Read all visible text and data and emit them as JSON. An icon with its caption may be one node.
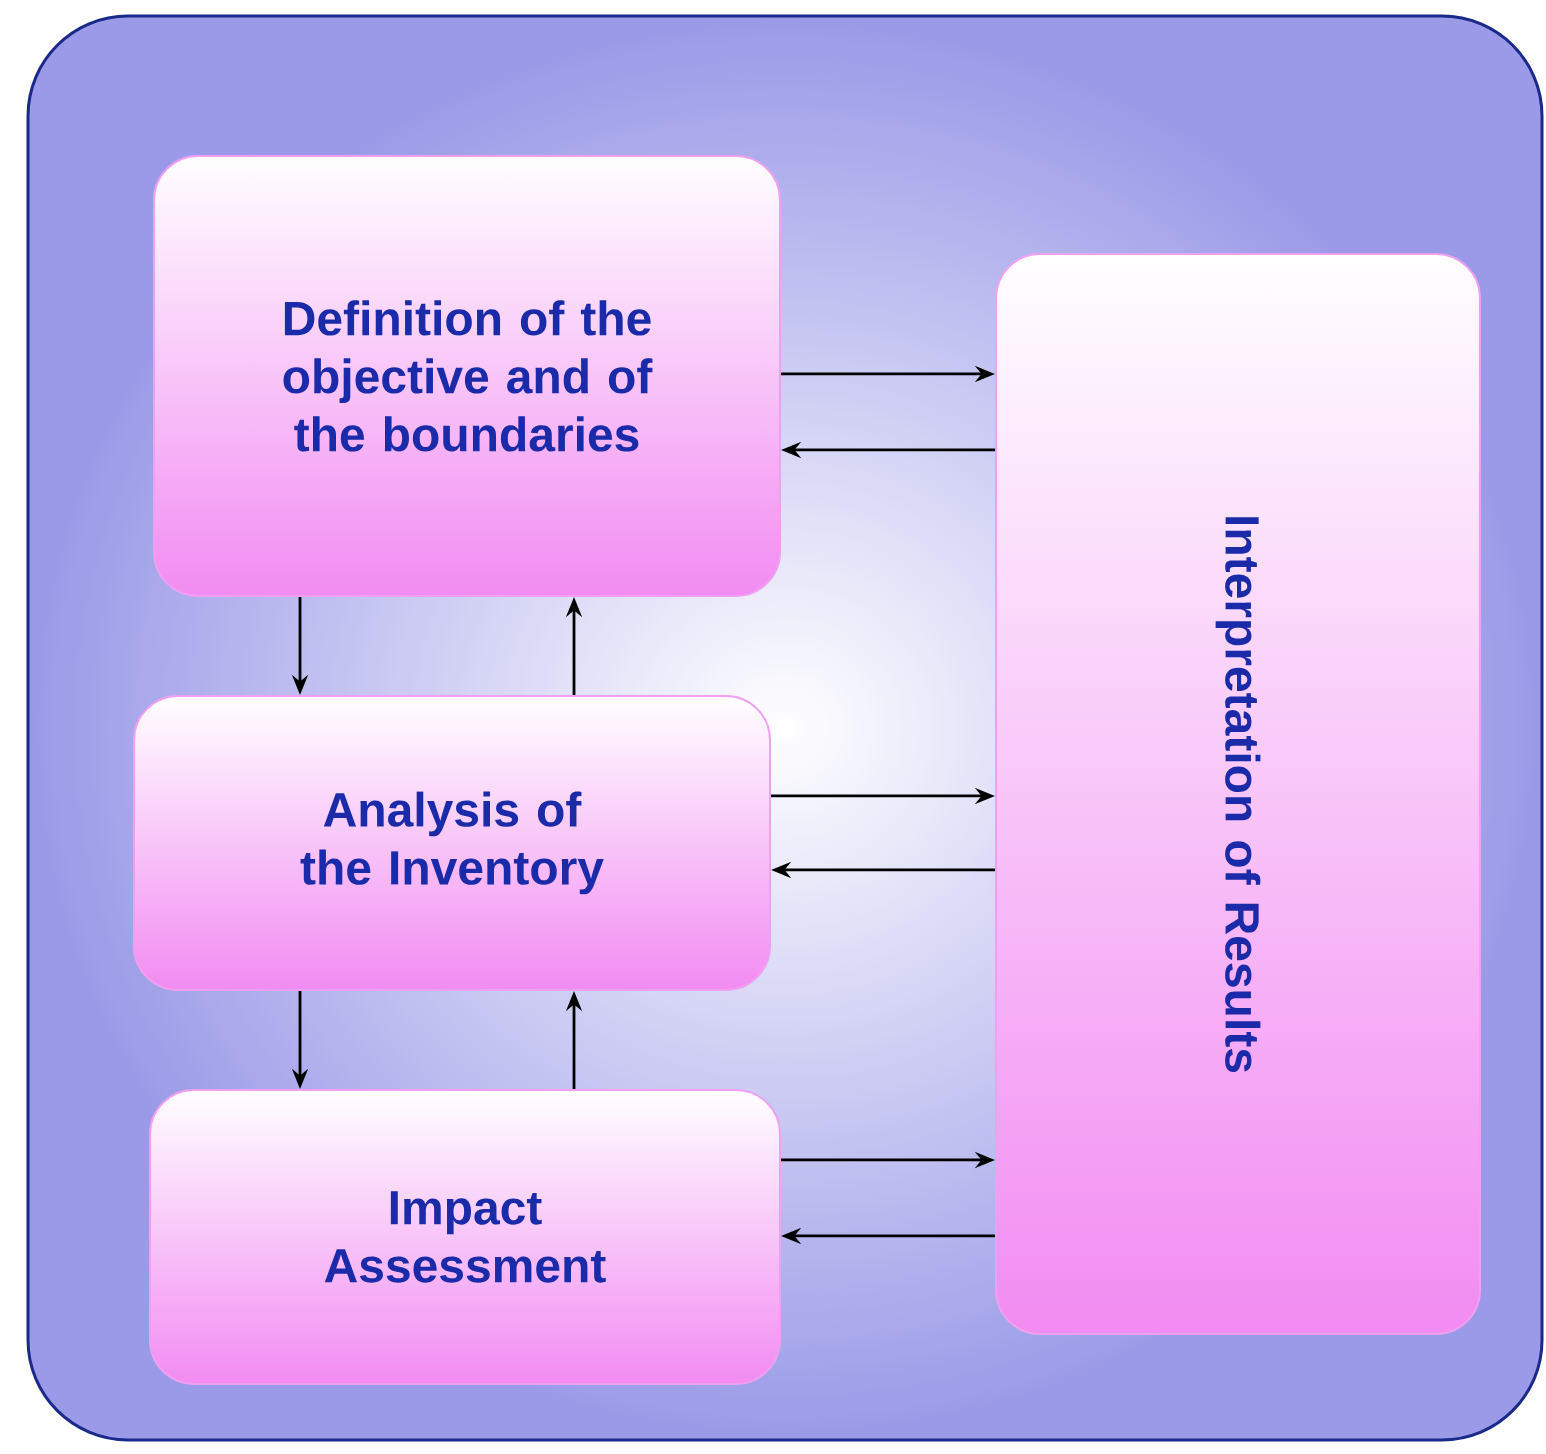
{
  "diagram": {
    "nodes": [
      {
        "text": [],
        "shape": "box"
      },
      {
        "text": [
          "Definition of the objective and of the boundaries"
        ],
        "in": 0
      },
      {
        "text": [
          "Analysis of the Inventory"
        ],
        "in": 0
      },
      {
        "text": [
          "Impact Assessment"
        ],
        "in": 0
      },
      {
        "text": [
          "Interpretation of Results"
        ],
        "in": 0
      }
    ],
    "edges": [
      {
        "from": 1,
        "to": 4,
        "arrow": "to"
      },
      {
        "from": 4,
        "to": 1,
        "arrow": "to"
      },
      {
        "from": 2,
        "to": 4,
        "arrow": "to"
      },
      {
        "from": 4,
        "to": 2,
        "arrow": "to"
      },
      {
        "from": 3,
        "to": 4,
        "arrow": "to"
      },
      {
        "from": 4,
        "to": 3,
        "arrow": "to"
      },
      {
        "from": 1,
        "to": 2,
        "arrow": "to"
      },
      {
        "from": 2,
        "to": 1,
        "arrow": "to"
      },
      {
        "from": 2,
        "to": 3,
        "arrow": "to"
      },
      {
        "from": 3,
        "to": 2,
        "arrow": "to"
      }
    ]
  }
}
